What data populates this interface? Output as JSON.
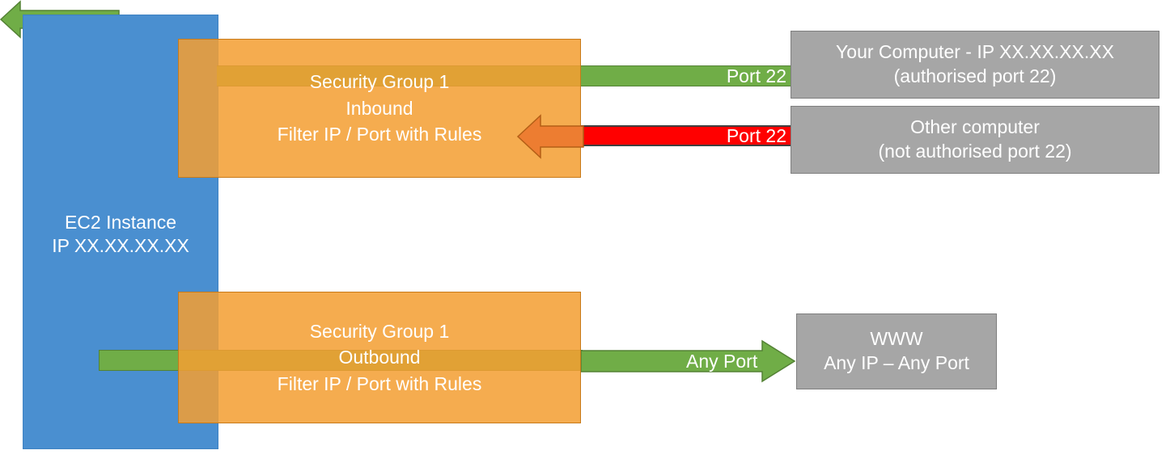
{
  "diagram": {
    "title": "AWS EC2 Security Group inbound and outbound traffic filtering",
    "colors": {
      "ec2_blue": "#4a8fd0",
      "security_group_orange": "#f39e32",
      "allowed_green": "#70ad47",
      "blocked_red": "#ff0000",
      "blocked_arrow_orange": "#ed7d31",
      "external_gray": "#a6a6a6",
      "background": "#ffffff",
      "text_white": "#ffffff"
    }
  },
  "ec2": {
    "line1": "EC2 Instance",
    "line2": "IP XX.XX.XX.XX"
  },
  "security_groups": {
    "inbound": {
      "line1": "Security Group 1",
      "line2": "Inbound",
      "line3": "Filter IP / Port with Rules"
    },
    "outbound": {
      "line1": "Security Group 1",
      "line2": "Outbound",
      "line3": "Filter IP / Port with Rules"
    }
  },
  "connections": {
    "inbound_allowed": {
      "port_label": "Port 22",
      "status": "allowed",
      "color": "#70ad47",
      "direction": "right-to-left"
    },
    "inbound_blocked": {
      "port_label": "Port 22",
      "status": "blocked",
      "color": "#ff0000",
      "direction": "right-to-left"
    },
    "outbound_any": {
      "port_label": "Any Port",
      "status": "allowed",
      "color": "#70ad47",
      "direction": "left-to-right"
    }
  },
  "external_nodes": {
    "your_computer": {
      "line1": "Your Computer - IP XX.XX.XX.XX",
      "line2": "(authorised port 22)"
    },
    "other_computer": {
      "line1": "Other computer",
      "line2": "(not authorised port 22)"
    },
    "www": {
      "line1": "WWW",
      "line2": "Any IP – Any Port"
    }
  }
}
